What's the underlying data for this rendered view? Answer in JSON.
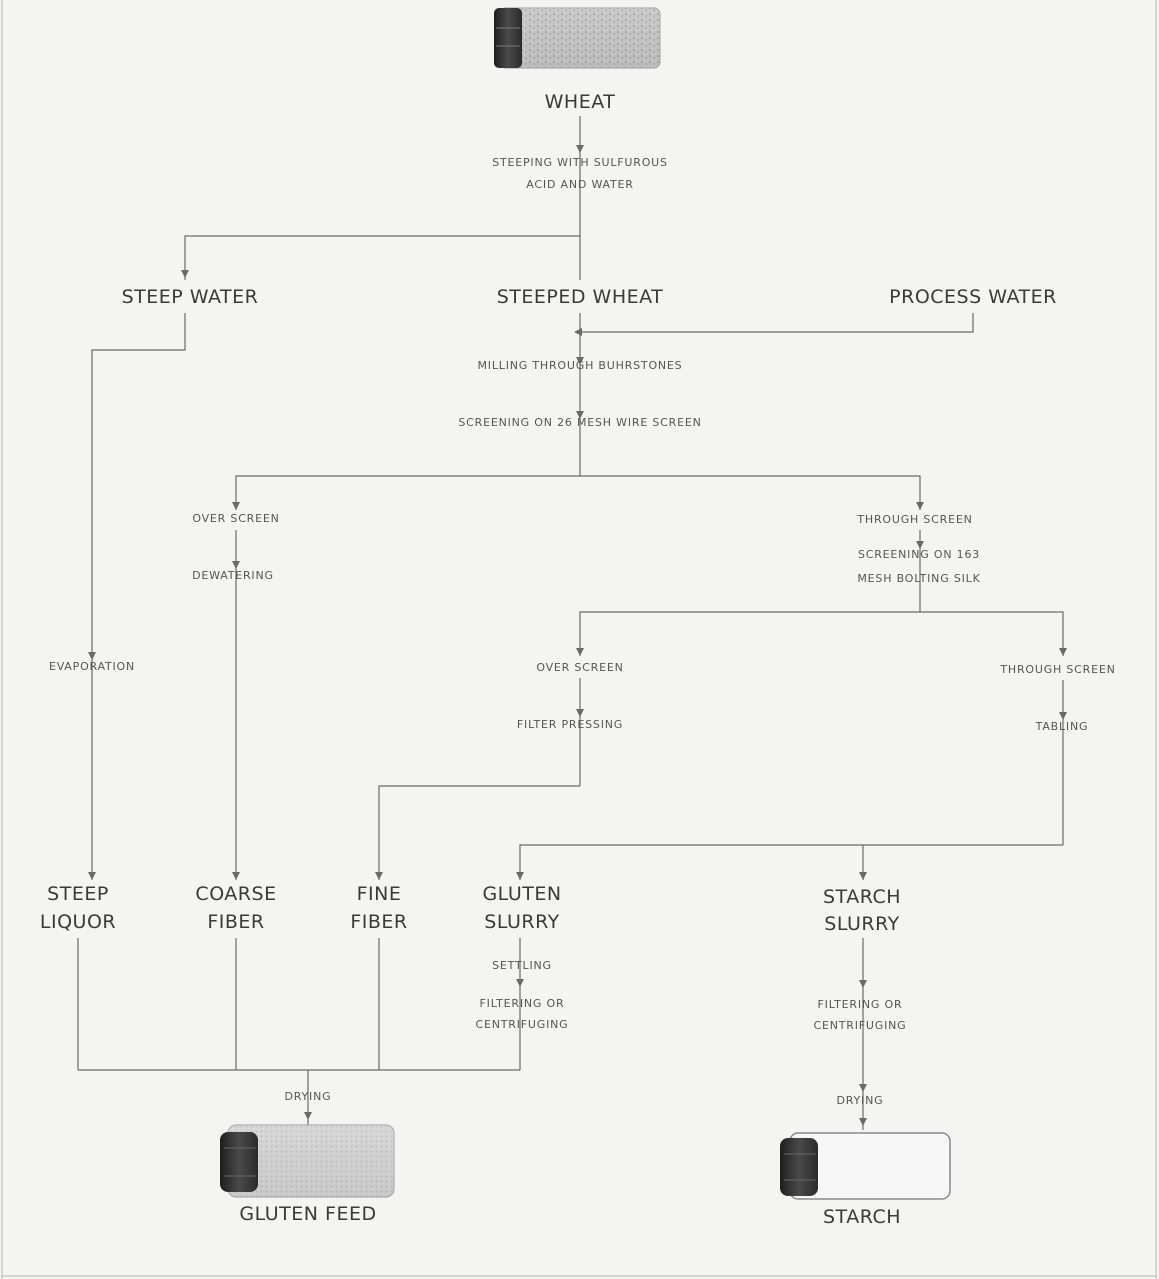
{
  "products": {
    "wheat": "WHEAT",
    "steep_water": "STEEP WATER",
    "steeped_wheat": "STEEPED WHEAT",
    "process_water": "PROCESS WATER",
    "steep_liquor": [
      "STEEP",
      "LIQUOR"
    ],
    "coarse_fiber": [
      "COARSE",
      "FIBER"
    ],
    "fine_fiber": [
      "FINE",
      "FIBER"
    ],
    "gluten_slurry": [
      "GLUTEN",
      "SLURRY"
    ],
    "starch_slurry": [
      "STARCH",
      "SLURRY"
    ],
    "gluten_feed": "GLUTEN FEED",
    "starch": "STARCH"
  },
  "steps": {
    "steeping": [
      "STEEPING WITH SULFUROUS",
      "ACID AND WATER"
    ],
    "milling": "MILLING THROUGH BUHRSTONES",
    "screening_26": "SCREENING ON 26 MESH WIRE SCREEN",
    "over_screen_1": "OVER SCREEN",
    "dewatering": "DEWATERING",
    "through_screen_1": "THROUGH SCREEN",
    "screening_163": [
      "SCREENING ON 163",
      "MESH BOLTING SILK"
    ],
    "evaporation": "EVAPORATION",
    "over_screen_2": "OVER SCREEN",
    "filter_pressing": "FILTER PRESSING",
    "through_screen_2": "THROUGH SCREEN",
    "tabling": "TABLING",
    "settling": "SETTLING",
    "gluten_filtering": [
      "FILTERING OR",
      "CENTRIFUGING"
    ],
    "starch_filtering": [
      "FILTERING OR",
      "CENTRIFUGING"
    ],
    "drying_feed": "DRYING",
    "drying_starch": "DRYING"
  },
  "icons": {
    "wheat_jar": "wheat-sample-jar-icon",
    "gluten_feed_jar": "gluten-feed-sample-jar-icon",
    "starch_jar": "starch-sample-jar-icon"
  }
}
